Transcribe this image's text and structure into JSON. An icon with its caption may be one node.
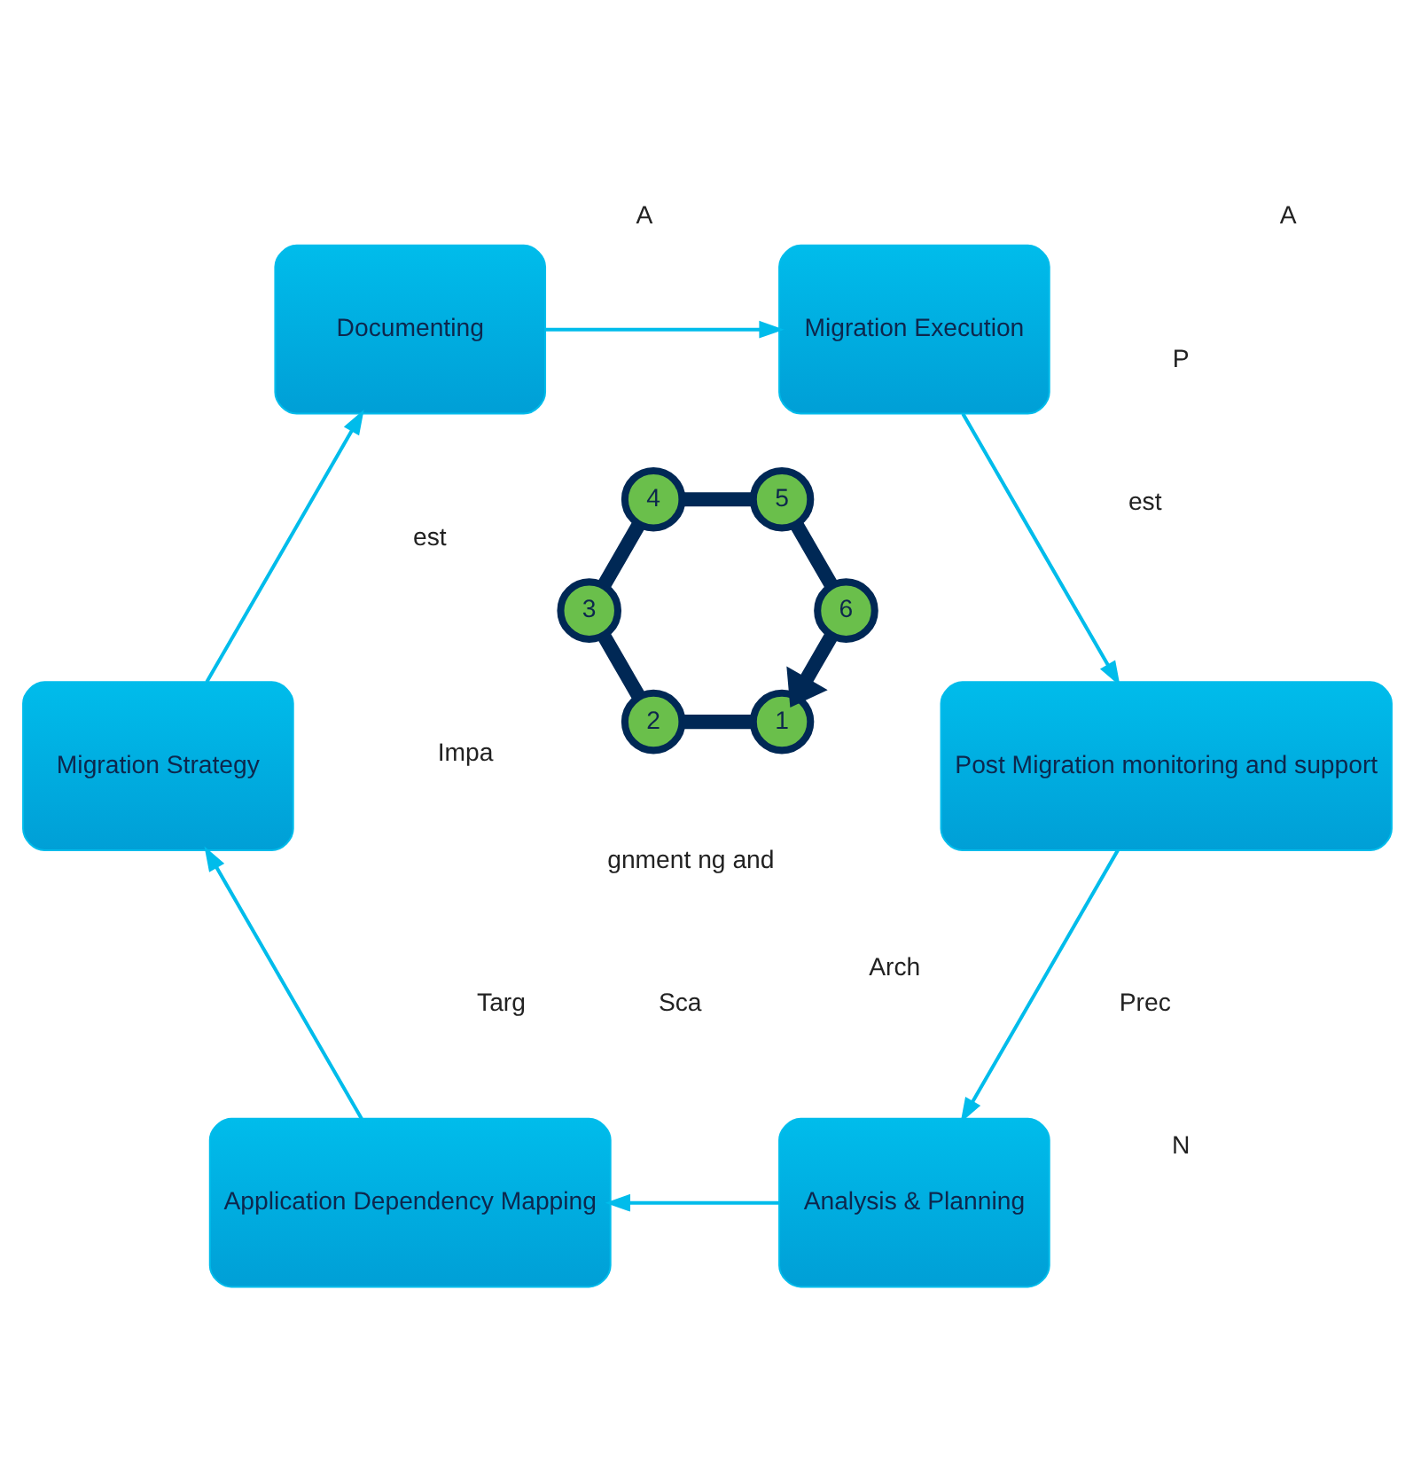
{
  "diagram": {
    "nodes": [
      {
        "text": [
          "Analysis & Planning"
        ]
      },
      {
        "text": [
          "Application Dependency Mapping"
        ]
      },
      {
        "text": [
          "Migration Strategy"
        ]
      },
      {
        "text": [
          "Documenting"
        ]
      },
      {
        "text": [
          "Migration Execution"
        ]
      },
      {
        "text": [
          "Post Migration monitoring and support"
        ]
      },
      {
        "text": [
          "1"
        ]
      },
      {
        "text": [
          "2"
        ]
      },
      {
        "text": [
          "3"
        ]
      },
      {
        "text": [
          "4"
        ]
      },
      {
        "text": [
          "5"
        ]
      },
      {
        "text": [
          "6"
        ]
      }
    ],
    "edges": [
      {
        "from": 0,
        "to": 1,
        "arrow": "to"
      },
      {
        "from": 1,
        "to": 2,
        "arrow": "to"
      },
      {
        "from": 2,
        "to": 3,
        "arrow": "to"
      },
      {
        "from": 3,
        "to": 4,
        "arrow": "to"
      },
      {
        "from": 4,
        "to": 5,
        "arrow": "to"
      },
      {
        "from": 5,
        "to": 0,
        "arrow": "to"
      },
      {
        "from": 6,
        "to": 7,
        "arrow": "none",
        "style": "thick",
        "color": "#002855"
      },
      {
        "from": 7,
        "to": 8,
        "arrow": "none",
        "style": "thick",
        "color": "#002855"
      },
      {
        "from": 8,
        "to": 9,
        "arrow": "none",
        "style": "thick",
        "color": "#002855"
      },
      {
        "from": 9,
        "to": 10,
        "arrow": "none",
        "style": "thick",
        "color": "#002855"
      },
      {
        "from": 10,
        "to": 11,
        "arrow": "none",
        "style": "thick",
        "color": "#002855"
      },
      {
        "from": 11,
        "to": 6,
        "arrow": "to",
        "style": "thick",
        "color": "#002855"
      }
    ],
    "labels": [
      "Arch",
      "Targ",
      "Sca",
      "Impa",
      "Prec",
      "est",
      "est",
      "gnment ng and",
      "P",
      "N",
      "A",
      "A"
    ]
  }
}
